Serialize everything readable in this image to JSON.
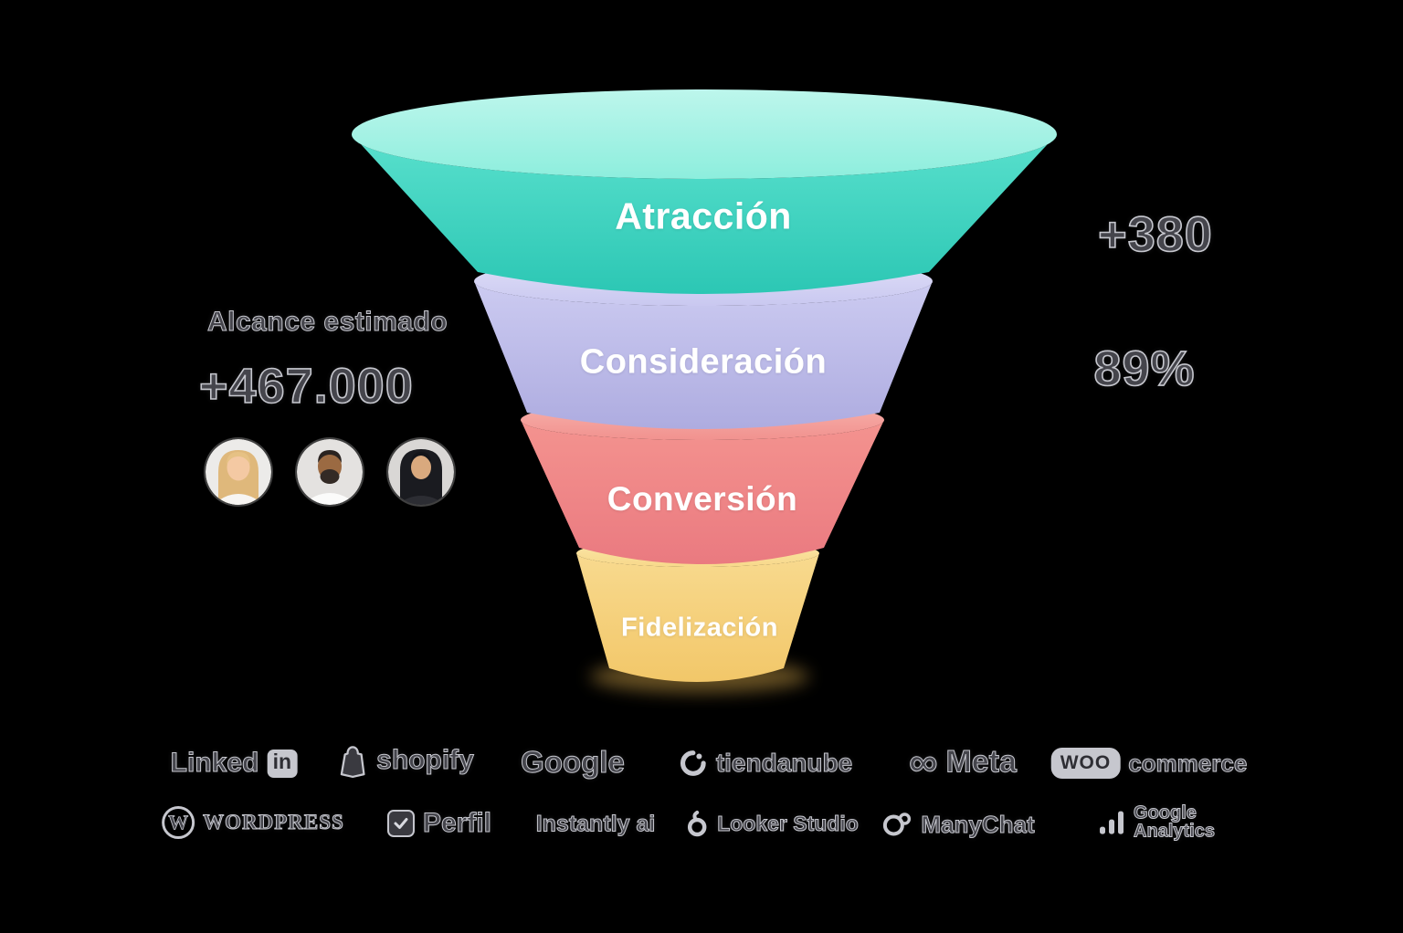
{
  "funnel": {
    "stages": [
      {
        "label": "Atracción",
        "color": "#3fd6c3"
      },
      {
        "label": "Consideración",
        "color": "#bcbbea"
      },
      {
        "label": "Conversión",
        "color": "#f0888b"
      },
      {
        "label": "Fidelización",
        "color": "#f6d585"
      }
    ]
  },
  "metrics": {
    "reach_caption": "Alcance estimado",
    "reach_value": "+467.000",
    "attraction_value": "+380",
    "consideration_value": "89%"
  },
  "avatars": [
    {
      "name": "avatar-blonde-woman"
    },
    {
      "name": "avatar-bearded-man"
    },
    {
      "name": "avatar-dark-haired-woman"
    }
  ],
  "logos": {
    "row1": [
      {
        "name": "linkedin",
        "text": "Linked",
        "badge": "in"
      },
      {
        "name": "shopify",
        "text": "shopify"
      },
      {
        "name": "google",
        "text": "Google"
      },
      {
        "name": "tiendanube",
        "text": "tiendanube"
      },
      {
        "name": "meta",
        "text": "Meta"
      },
      {
        "name": "woocommerce",
        "badge": "WOO",
        "text": "commerce"
      }
    ],
    "row2": [
      {
        "name": "wordpress",
        "badge": "W",
        "text": "WORDPRESS"
      },
      {
        "name": "perfil",
        "text": "Perfil"
      },
      {
        "name": "instantly-ai",
        "text": "Instantly ai"
      },
      {
        "name": "looker-studio",
        "text": "Looker Studio"
      },
      {
        "name": "manychat",
        "text": "ManyChat"
      },
      {
        "name": "google-analytics",
        "line1": "Google",
        "line2": "Analytics"
      }
    ]
  }
}
